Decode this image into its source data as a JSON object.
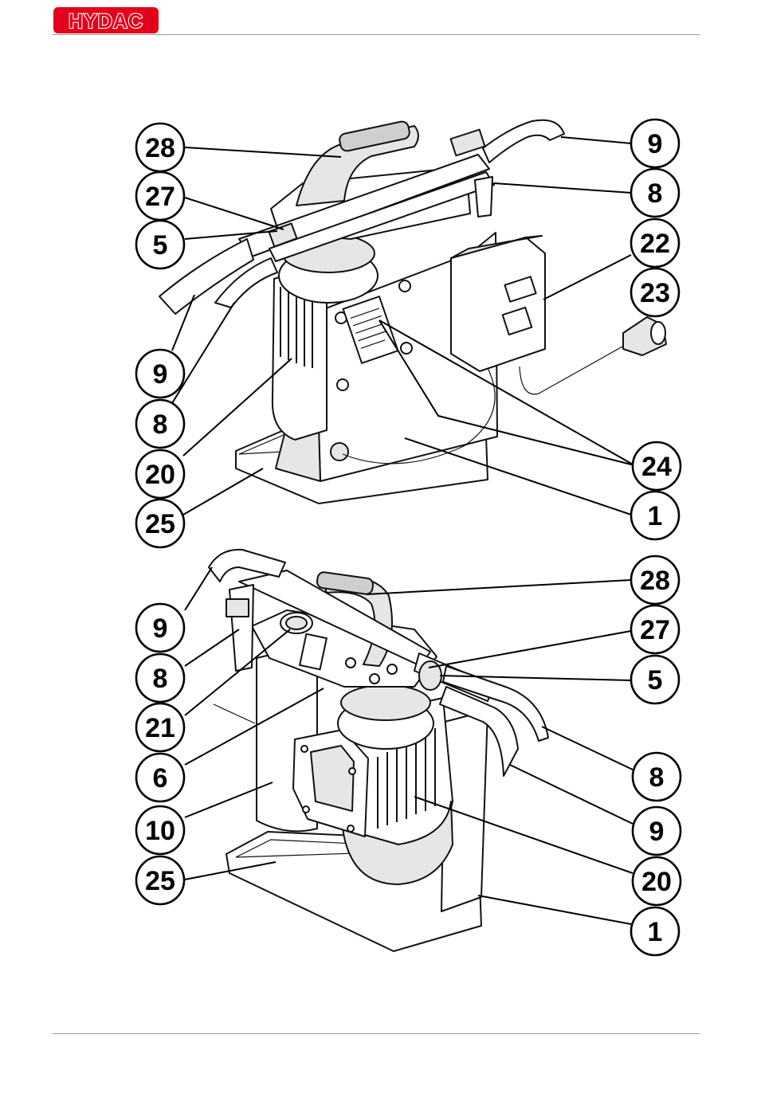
{
  "header": {
    "brand": "HYDAC",
    "brand_color": "#e3001b"
  },
  "figure_top": {
    "callouts": [
      "28",
      "27",
      "5",
      "9",
      "8",
      "20",
      "25",
      "9",
      "8",
      "22",
      "23",
      "24",
      "1"
    ]
  },
  "figure_bottom": {
    "callouts": [
      "9",
      "8",
      "21",
      "6",
      "10",
      "25",
      "28",
      "27",
      "5",
      "8",
      "9",
      "20",
      "1"
    ]
  }
}
